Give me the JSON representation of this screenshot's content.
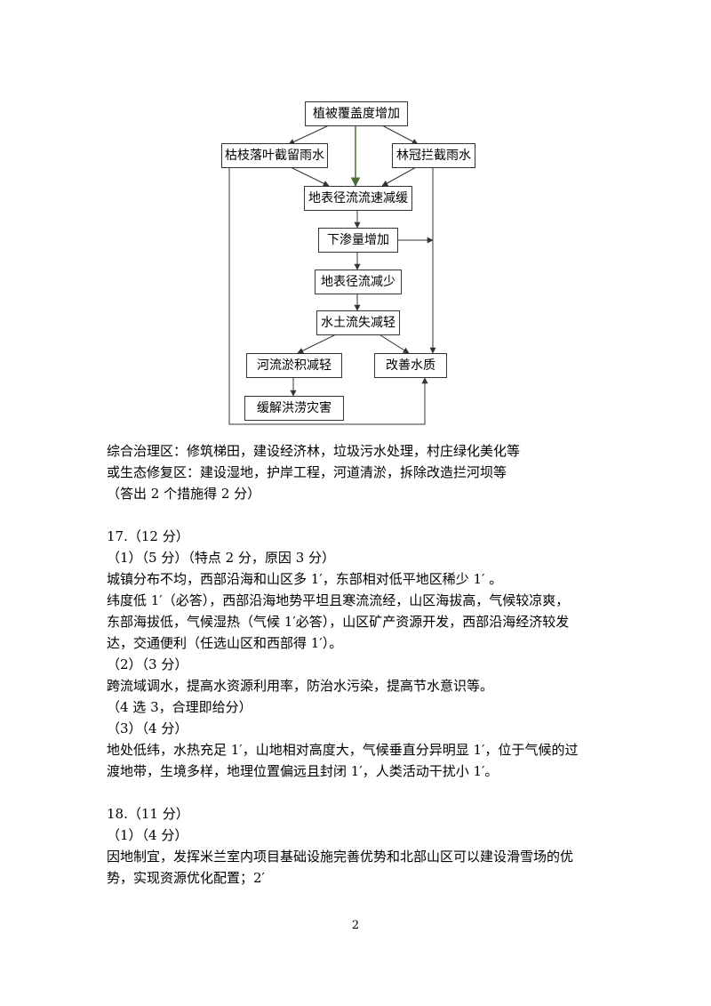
{
  "flowchart": {
    "top": "植被覆盖度增加",
    "left_branch": "枯枝落叶截留雨水",
    "right_branch": "林冠拦截雨水",
    "runoff_slow": "地表径流流速减缓",
    "infiltration": "下渗量增加",
    "runoff_less": "地表径流减少",
    "erosion": "水土流失减轻",
    "siltation": "河流淤积减轻",
    "water_quality": "改善水质",
    "flood": "缓解洪涝灾害"
  },
  "text": {
    "l1": "综合治理区：修筑梯田，建设经济林，垃圾污水处理，村庄绿化美化等",
    "l2": "或生态修复区：建设湿地，护岸工程，河道清淤，拆除改造拦河坝等",
    "l3": "（答出 2 个措施得 2 分）",
    "l4": "17.（12 分）",
    "l5": "（1）（5 分）（特点 2 分，原因 3 分）",
    "l6": "城镇分布不均，西部沿海和山区多 1′，东部相对低平地区稀少 1′ 。",
    "l7": "纬度低 1′（必答），西部沿海地势平坦且寒流流经，山区海拔高，气候较凉爽，",
    "l8": "东部海拔低，气候湿热（气候 1′必答），山区矿产资源开发，西部沿海经济较发",
    "l9": "达，交通便利（任选山区和西部得 1′）。",
    "l10": "（2）（3 分）",
    "l11": "跨流域调水，提高水资源利用率，防治水污染，提高节水意识等。",
    "l12": "（4 选 3，合理即给分）",
    "l13": "（3）（4 分）",
    "l14": "地处低纬，水热充足 1′，山地相对高度大，气候垂直分异明显 1′，位于气候的过",
    "l15": "渡地带，生境多样，地理位置偏远且封闭 1′，人类活动干扰小 1′。",
    "l16": "18.（11 分）",
    "l17": "（1）（4 分）",
    "l18": "因地制宜，发挥米兰室内项目基础设施完善优势和北部山区可以建设滑雪场的优",
    "l19": "势，实现资源优化配置；2′"
  },
  "page_number": "2",
  "colors": {
    "line": "#333333",
    "green_arrow": "#4a6b35"
  }
}
